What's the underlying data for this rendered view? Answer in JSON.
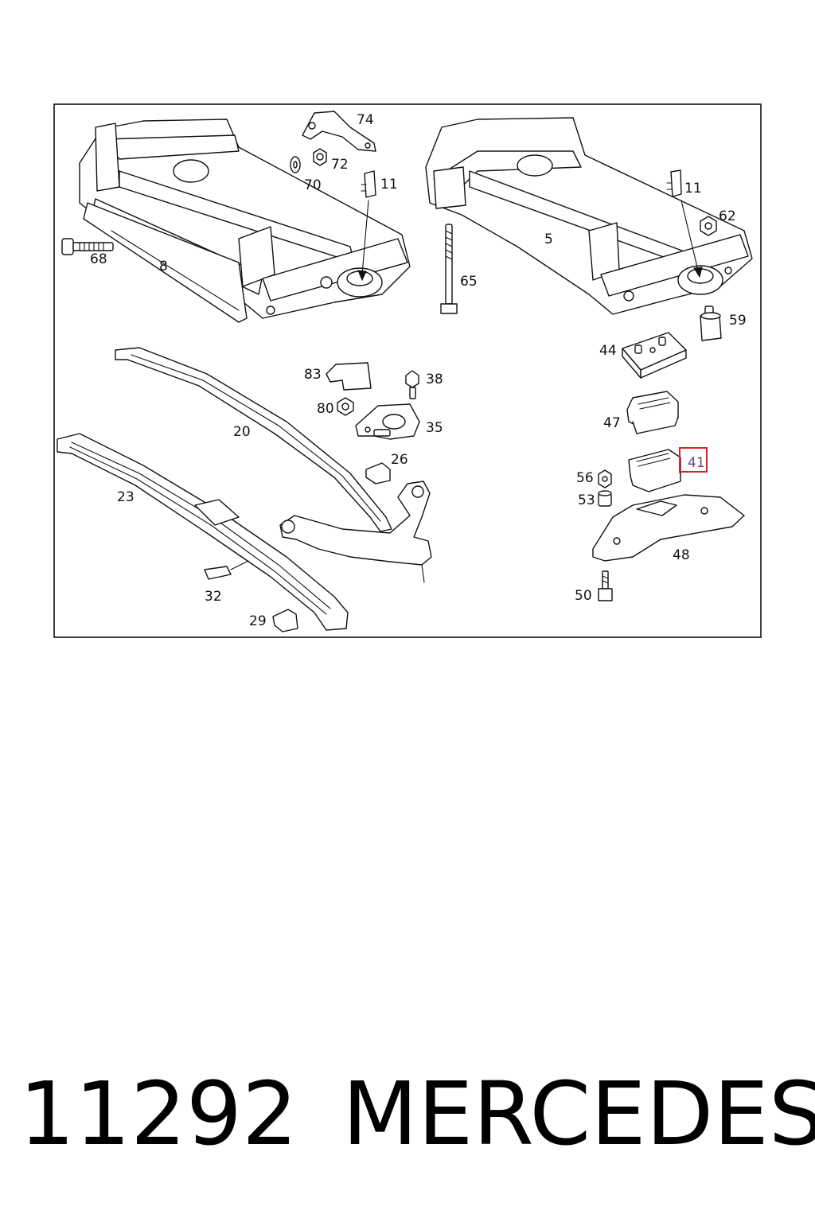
{
  "diagram": {
    "callouts": {
      "c74": "74",
      "c72": "72",
      "c70": "70",
      "c11a": "11",
      "c11b": "11",
      "c68": "68",
      "c8": "8",
      "c65": "65",
      "c5": "5",
      "c62": "62",
      "c59": "59",
      "c44": "44",
      "c83": "83",
      "c38": "38",
      "c80": "80",
      "c35": "35",
      "c20": "20",
      "c26": "26",
      "c47": "47",
      "c41": "41",
      "c56": "56",
      "c53": "53",
      "c23": "23",
      "c48": "48",
      "c32": "32",
      "c50": "50",
      "c29": "29"
    },
    "highlight_color": "#e0202a",
    "highlight_text_color": "#5a4a8a"
  },
  "footer": {
    "part_number": "11292",
    "brand": "MERCEDES"
  }
}
